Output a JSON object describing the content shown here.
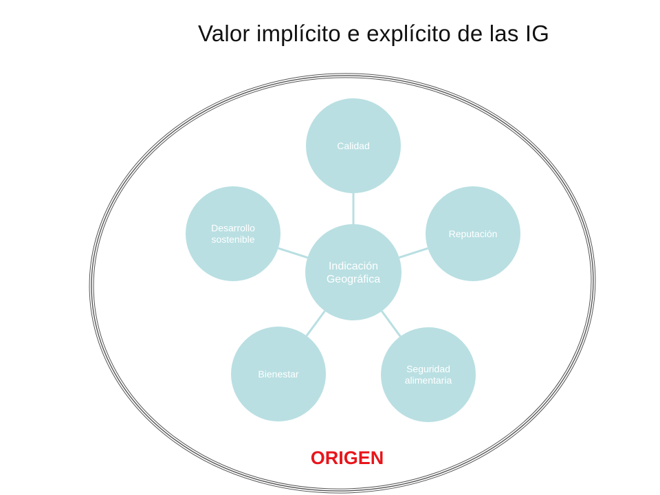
{
  "title": "Valor implícito e explícito de las IG",
  "center": {
    "lines": [
      "Indicación",
      "Geográfica"
    ]
  },
  "satellites": [
    {
      "id": "calidad",
      "lines": [
        "Calidad"
      ]
    },
    {
      "id": "reputacion",
      "lines": [
        "Reputación"
      ]
    },
    {
      "id": "seguridad-alimentaria",
      "lines": [
        "Seguridad",
        "alimentaria"
      ]
    },
    {
      "id": "bienestar",
      "lines": [
        "Bienestar"
      ]
    },
    {
      "id": "desarrollo-sostenible",
      "lines": [
        "Desarrollo",
        "sostenible"
      ]
    }
  ],
  "outer_label": "ORIGEN",
  "colors": {
    "node_fill": "#b9dfe2",
    "connector": "#b9dfe2",
    "outer_stroke": "#555555",
    "outer_label": "#e8151b"
  }
}
